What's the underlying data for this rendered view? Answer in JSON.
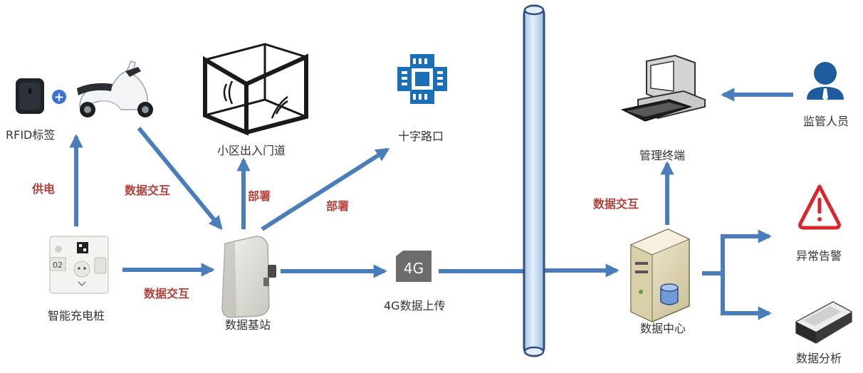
{
  "colors": {
    "arrow": "#4A7EBB",
    "edge_label": "#B5403A",
    "node_label": "#333333",
    "bus_fill": "#C5D9F1",
    "bus_stroke": "#2F4F7F",
    "alert": "#D9262C",
    "person": "#1F5C9E",
    "crossroad": "#1A6FB8"
  },
  "nodes": {
    "rfid_tag": "RFID标签",
    "charging_pile": "智能充电桩",
    "base_station": "数据基站",
    "gate": "小区出入门道",
    "crossroad": "十字路口",
    "upload_4g": "4G数据上传",
    "data_center": "数据中心",
    "mgmt_terminal": "管理终端",
    "supervisor": "监管人员",
    "alarm": "异常告警",
    "analysis": "数据分析"
  },
  "edges": {
    "power": "供电",
    "exchange_1": "数据交互",
    "deploy_1": "部署",
    "deploy_2": "部署",
    "exchange_2": "数据交互",
    "exchange_3": "数据交互"
  },
  "badges": {
    "four_g": "4G",
    "plug": "+",
    "pile_no": "02"
  }
}
